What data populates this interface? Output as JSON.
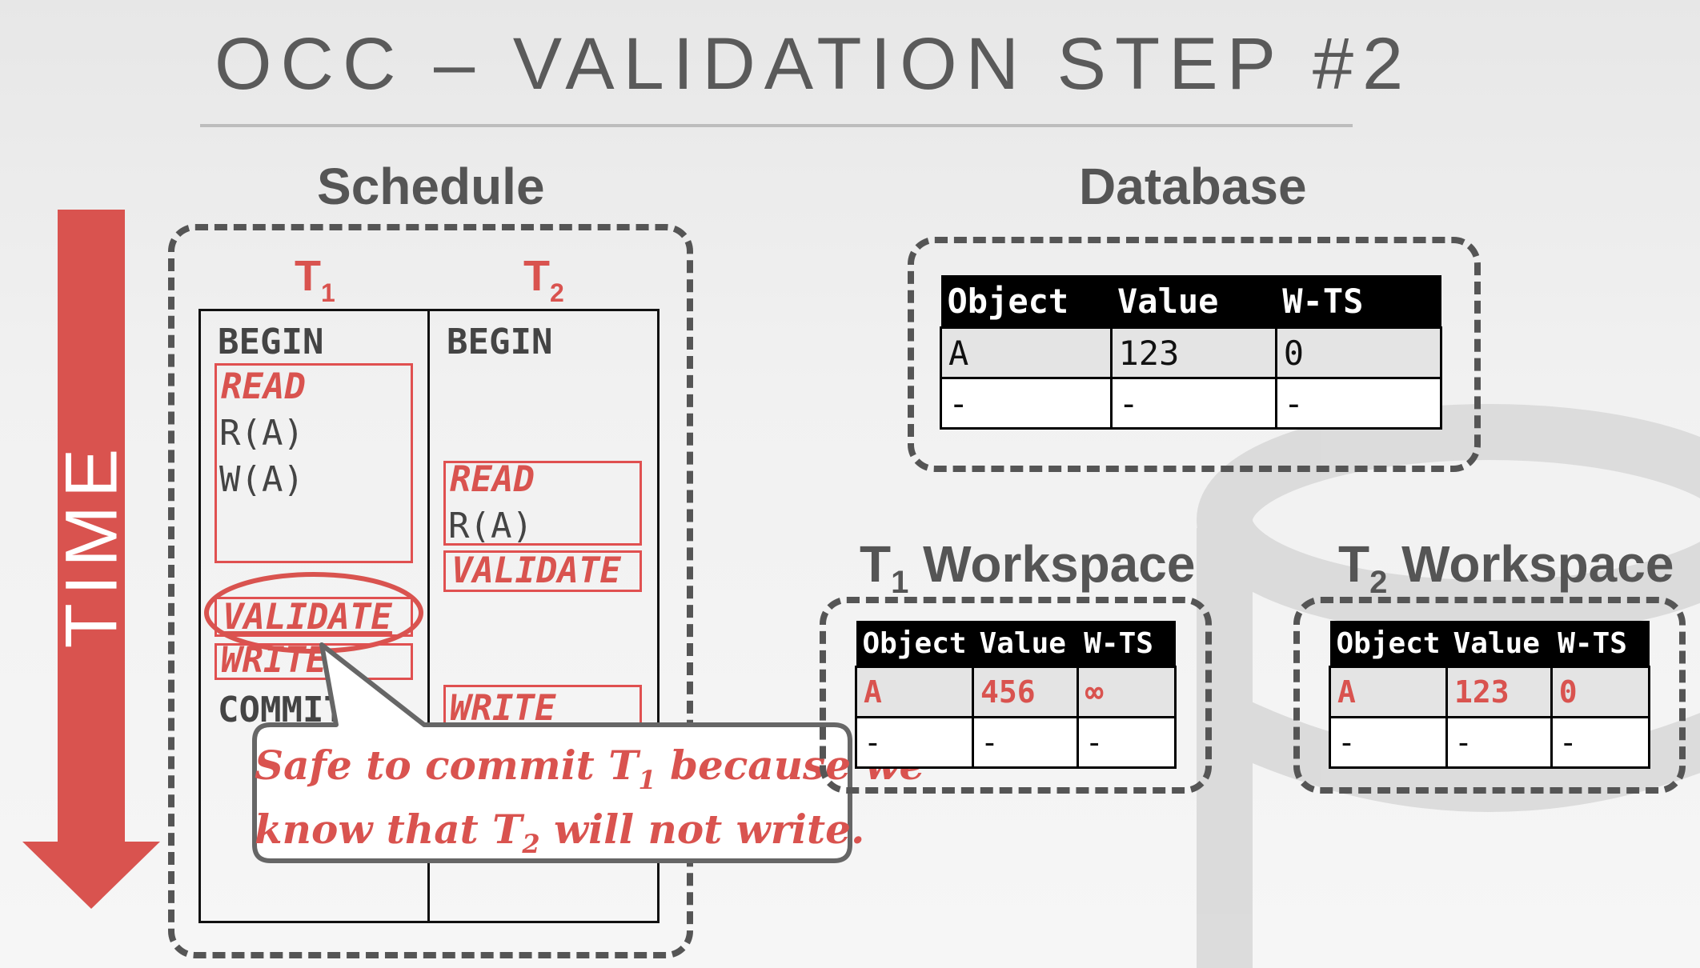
{
  "title": "OCC – VALIDATION STEP #2",
  "time_label": "TIME",
  "schedule": {
    "heading": "Schedule",
    "t1": {
      "name": "T",
      "sub": "1",
      "begin": "BEGIN",
      "read_label": "READ",
      "op1": "R(A)",
      "op2": "W(A)",
      "validate_label": "VALIDATE",
      "write_label": "WRITE",
      "commit": "COMMIT"
    },
    "t2": {
      "name": "T",
      "sub": "2",
      "begin": "BEGIN",
      "read_label": "READ",
      "op1": "R(A)",
      "validate_label": "VALIDATE",
      "write_label": "WRITE"
    }
  },
  "database": {
    "heading": "Database",
    "columns": [
      "Object",
      "Value",
      "W-TS"
    ],
    "rows": [
      [
        "A",
        "123",
        "0"
      ],
      [
        "-",
        "-",
        "-"
      ]
    ]
  },
  "t1_workspace": {
    "heading_t": "T",
    "heading_sub": "1",
    "heading_rest": " Workspace",
    "columns": [
      "Object",
      "Value",
      "W-TS"
    ],
    "rows": [
      [
        "A",
        "456",
        "∞"
      ],
      [
        "-",
        "-",
        "-"
      ]
    ]
  },
  "t2_workspace": {
    "heading_t": "T",
    "heading_sub": "2",
    "heading_rest": " Workspace",
    "columns": [
      "Object",
      "Value",
      "W-TS"
    ],
    "rows": [
      [
        "A",
        "123",
        "0"
      ],
      [
        "-",
        "-",
        "-"
      ]
    ]
  },
  "callout": {
    "line1_a": "Safe to commit T",
    "line1_sub": "1",
    "line1_b": " because we",
    "line2_a": "know that T",
    "line2_sub": "2",
    "line2_b": " will not write."
  },
  "colors": {
    "accent": "#d9534f",
    "dash": "#555555",
    "title": "#5a5a5a"
  }
}
